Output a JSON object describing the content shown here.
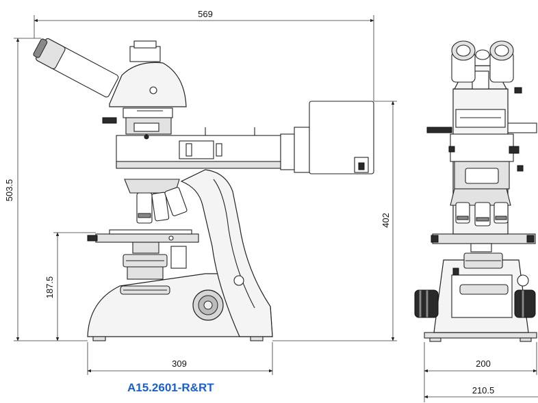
{
  "drawing": {
    "dimensions": {
      "overall_width": "569",
      "overall_height": "503.5",
      "column_height": "402",
      "stage_height": "187.5",
      "base_width": "309",
      "front_width_inner": "200",
      "front_width_outer": "210.5"
    },
    "model_label": "A15.2601-R&RT"
  },
  "colors": {
    "model_label": "#1a5fd0",
    "lines": "#222222",
    "dark_parts": "#2a2a2a"
  }
}
